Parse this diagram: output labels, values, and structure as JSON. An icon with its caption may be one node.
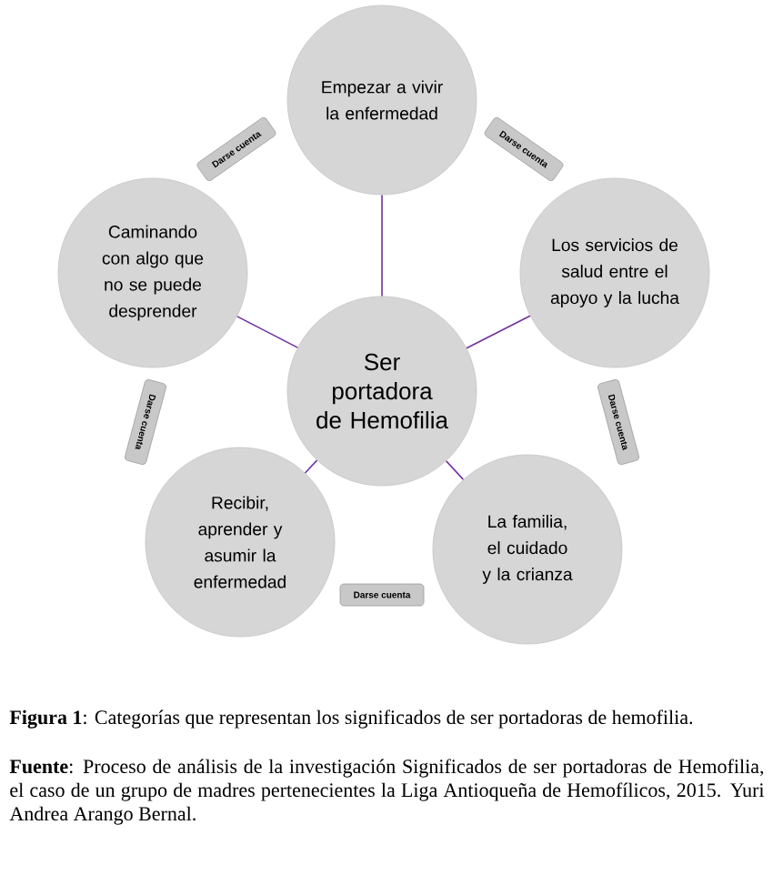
{
  "diagram": {
    "caption": "**Figura 1**: Categorías que representan los significados de ser portadoras de hemofilia.",
    "nodes": [
      {
        "text": [
          "Ser portadora de Hemofilia"
        ]
      },
      {
        "text": [
          "Empezar a vivir la enfermedad"
        ]
      },
      {
        "text": [
          "Los servicios de salud entre el apoyo y la lucha"
        ]
      },
      {
        "text": [
          "La familia, el cuidado y la crianza"
        ]
      },
      {
        "text": [
          "Recibir, aprender y asumir la enfermedad"
        ]
      },
      {
        "text": [
          "Caminando con algo que no se puede desprender"
        ]
      },
      {
        "text": [
          "Darse cuenta"
        ]
      },
      {
        "text": [
          "Darse cuenta"
        ]
      },
      {
        "text": [
          "Darse cuenta"
        ]
      },
      {
        "text": [
          "Darse cuenta"
        ]
      },
      {
        "text": [
          "Darse cuenta"
        ]
      }
    ],
    "edges": [
      {
        "from": 0,
        "to": 1,
        "arrow": "none"
      },
      {
        "from": 0,
        "to": 2,
        "arrow": "none"
      },
      {
        "from": 0,
        "to": 3,
        "arrow": "none"
      },
      {
        "from": 0,
        "to": 4,
        "arrow": "none"
      },
      {
        "from": 0,
        "to": 5,
        "arrow": "none"
      }
    ],
    "labels": [
      "**Fuente**: Proceso de análisis de la investigación Significados de ser portadoras de Hemofilia, el caso de un grupo de madres pertenecientes la Liga Antioqueña de Hemofílicos, 2015. Yuri Andrea Arango Bernal."
    ]
  }
}
